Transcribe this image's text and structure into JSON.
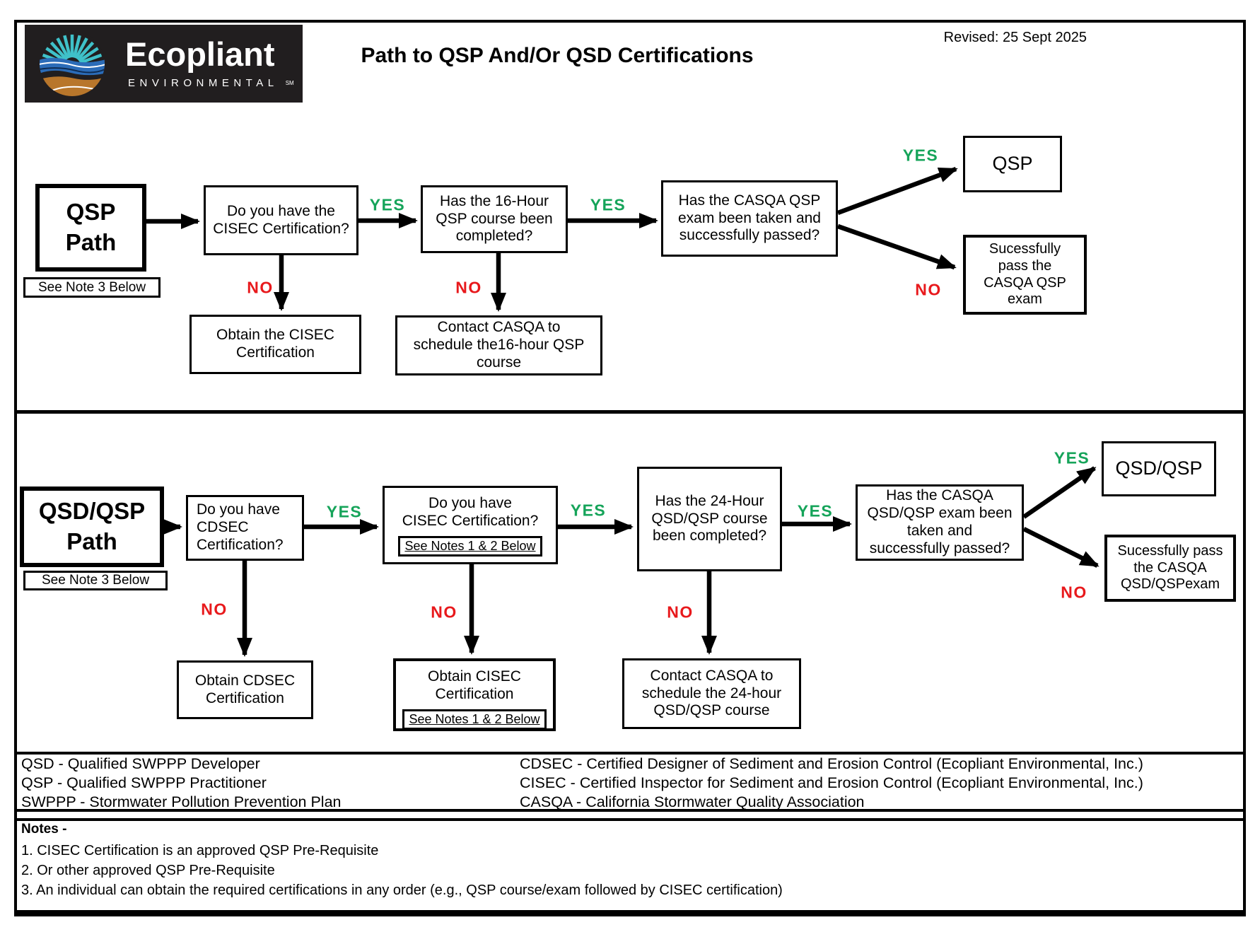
{
  "header": {
    "logo_name": "Ecopliant",
    "logo_subtitle": "ENVIRONMENTAL",
    "logo_sm": "SM",
    "title": "Path to QSP And/Or QSD Certifications",
    "revised": "Revised: 25 Sept 2025"
  },
  "labels": {
    "yes": "YES",
    "no": "NO"
  },
  "colors": {
    "yes_green": "#16A45A",
    "no_red": "#E8191C",
    "ink": "#000000",
    "logo_bg": "#211E1F",
    "logo_teal": "#3FC1C9",
    "logo_blue": "#2B6CB8",
    "logo_brown": "#B8762B"
  },
  "qsp_path": {
    "start": "QSP\nPath",
    "start_note": "See Note 3 Below",
    "q_cisec": "Do you have the\nCISEC Certification?",
    "q_course": "Has the 16-Hour\nQSP course been\ncompleted?",
    "q_exam": "Has the CASQA QSP\nexam been taken and\nsuccessfully passed?",
    "action_obtain_cisec": "Obtain the CISEC\nCertification",
    "action_contact_casqa": "Contact CASQA to\nschedule the16-hour QSP\ncourse",
    "result": "QSP",
    "fail": "Sucessfully\npass the\nCASQA QSP\nexam"
  },
  "qsd_path": {
    "start": "QSD/QSP\nPath",
    "start_note": "See Note 3 Below",
    "q_cdsec": "Do you have\nCDSEC\nCertification?",
    "q_cisec": "Do you have\nCISEC Certification?",
    "q_cisec_note": "See Notes 1 & 2 Below",
    "q_course": "Has the 24-Hour\nQSD/QSP course\nbeen completed?",
    "q_exam": "Has the CASQA\nQSD/QSP exam been\ntaken and\nsuccessfully passed?",
    "action_obtain_cdsec": "Obtain CDSEC\nCertification",
    "action_obtain_cisec": "Obtain CISEC\nCertification",
    "action_obtain_cisec_note": "See Notes 1 & 2 Below",
    "action_contact_casqa": "Contact CASQA to\nschedule the 24-hour\nQSD/QSP course",
    "result": "QSD/QSP",
    "fail": "Sucessfully pass\nthe CASQA\nQSD/QSPexam"
  },
  "definitions": {
    "left": [
      "QSD - Qualified SWPPP Developer",
      "QSP - Qualified SWPPP Practitioner",
      "SWPPP - Stormwater Pollution Prevention Plan"
    ],
    "right": [
      "CDSEC - Certified Designer of Sediment and Erosion Control (Ecopliant Environmental, Inc.)",
      "CISEC - Certified Inspector for Sediment and Erosion Control (Ecopliant Environmental, Inc.)",
      "CASQA - California Stormwater Quality Association"
    ]
  },
  "notes": {
    "heading": "Notes -",
    "items": [
      "1. CISEC Certification is an approved QSP Pre-Requisite",
      "2. Or other approved QSP Pre-Requisite",
      "3. An individual can obtain the required certifications in any order (e.g., QSP course/exam followed by CISEC certification)"
    ]
  }
}
